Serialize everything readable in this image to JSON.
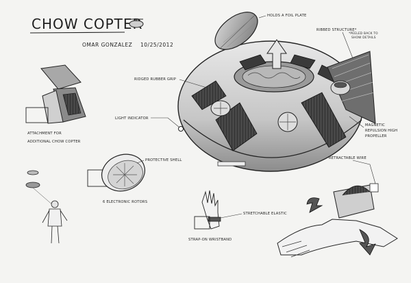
{
  "title": "CHOW COPTER",
  "author": "OMAR GONZALEZ",
  "date": "10/25/2012",
  "labels": {
    "holds_foil_plate": "HOLDS A FOIL PLATE",
    "ribbed_structure": "RIBBED STRUCTURE*",
    "ribbed_note_1": "*PEELED BACK TO",
    "ribbed_note_2": "SHOW DETAILS",
    "rubber_grip": "RIDGED RUBBER GRIP",
    "light_indicator": "LIGHT INDICATOR",
    "magnetic_1": "MAGNETIC",
    "magnetic_2": "REPULSION HIGH",
    "magnetic_3": "PROPELLER",
    "attachment_1": "ATTACHMENT FOR",
    "attachment_2": "ADDITIONAL CHOW COPTER",
    "protective_shell": "PROTECTIVE SHELL",
    "electronic_rotors": "6 ELECTRONIC ROTORS",
    "retractable_wire": "RETRACTABLE WIRE",
    "stretchable_elastic": "STRETCHABLE ELASTIC",
    "strap_wristband": "STRAP-ON WRISTBAND"
  },
  "colors": {
    "ink": "#222222",
    "paper": "#f4f4f2",
    "shell": "#cfcfcf",
    "dark_panel": "#3a3a3a"
  }
}
